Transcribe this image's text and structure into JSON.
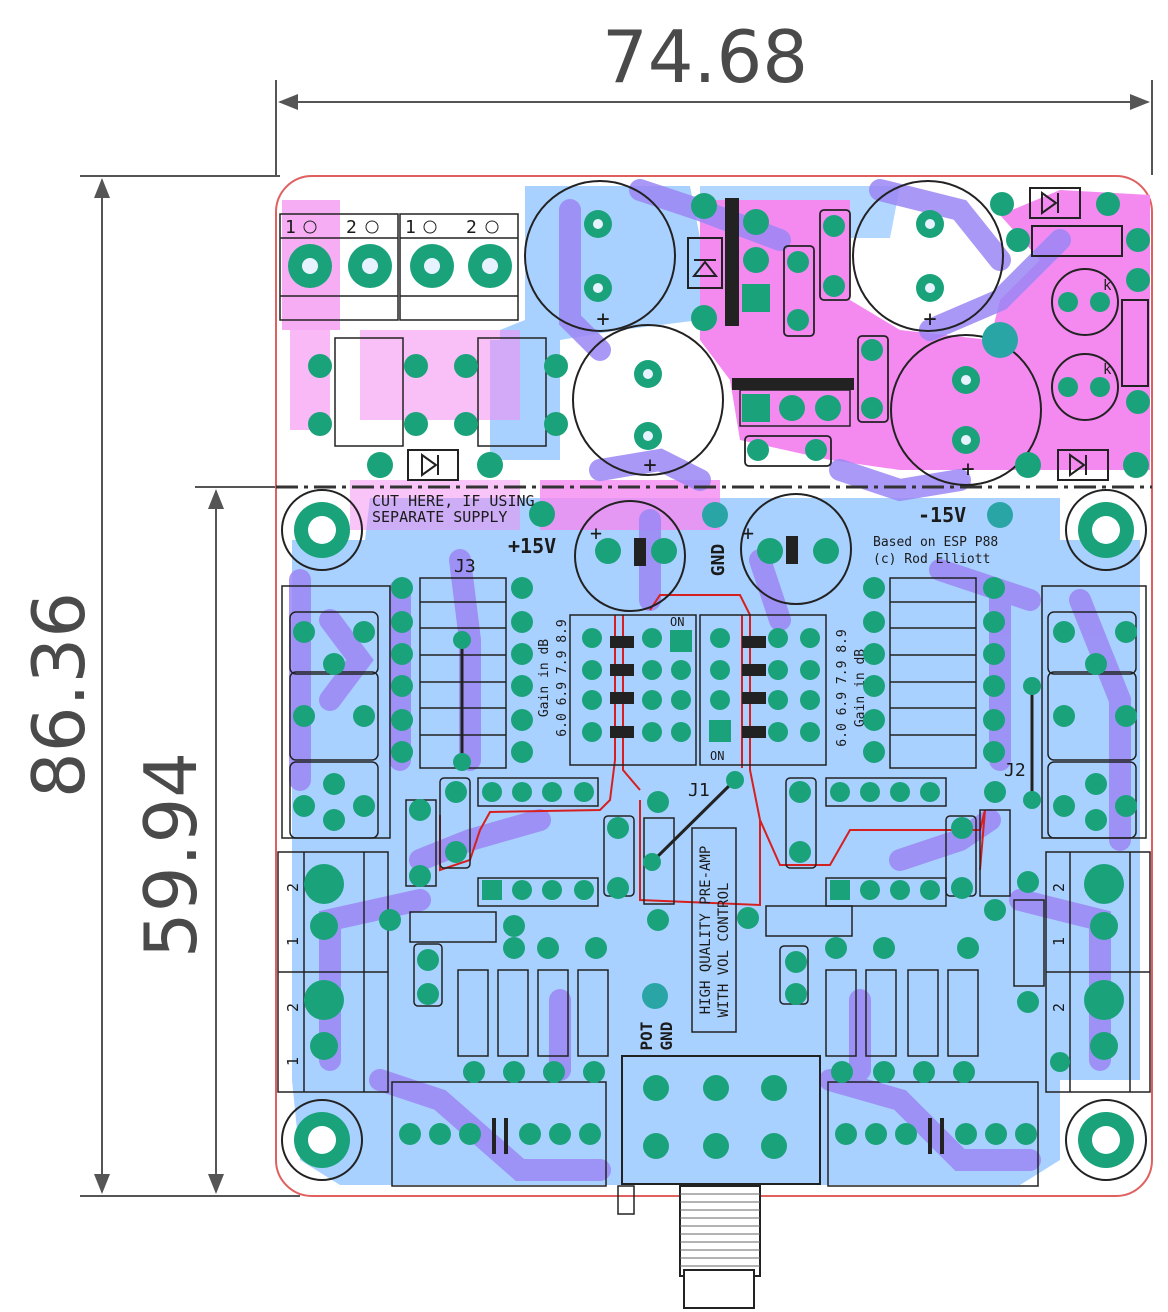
{
  "dimensions": {
    "width": "74.68",
    "height_total": "86.36",
    "height_lower": "59.94"
  },
  "labels": {
    "cut_line_1": "CUT HERE, IF USING",
    "cut_line_2": "SEPARATE SUPPLY",
    "plus15": "+15V",
    "minus15": "-15V",
    "gnd": "GND",
    "credit_1": "Based on ESP P88",
    "credit_2": "(c) Rod Elliott",
    "j1": "J1",
    "j2": "J2",
    "j3": "J3",
    "gain_left_1": "Gain in dB",
    "gain_left_2": "6.0 6.9 7.9 8.9",
    "gain_right_1": "6.0 6.9 7.9 8.9",
    "gain_right_2": "Gain in dB",
    "on_top": "ON",
    "on_bottom": "ON",
    "product_1": "HIGH QUALITY PRE-AMP",
    "product_2": "WITH VOL CONTROL",
    "pot_gnd_1": "POT",
    "pot_gnd_2": "GND",
    "pin_1": "1",
    "pin_2": "2",
    "k": "k",
    "plus": "+"
  },
  "colors": {
    "board_fill": "#ffffff",
    "edge": "#e06060",
    "back_copper": "#a9d1ff",
    "front_copper": "#f48af0",
    "via_trace": "#9b87f5",
    "pad": "#1aa37a",
    "pad_hole": "#e7f2ff",
    "silk": "#1b1b1b",
    "dim_line": "#555555",
    "red_trace": "#d62020"
  }
}
